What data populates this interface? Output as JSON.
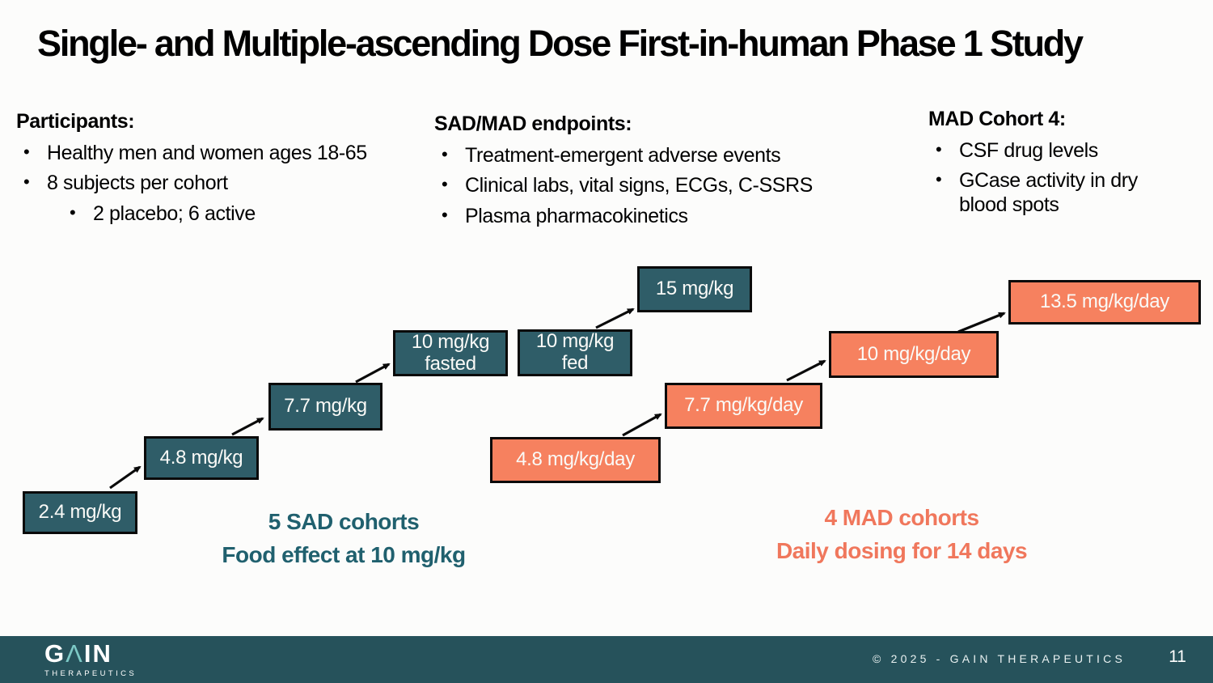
{
  "slide": {
    "title": "Single- and Multiple-ascending Dose First-in-human Phase 1 Study"
  },
  "info_columns": {
    "participants": {
      "heading": "Participants:",
      "bullets": [
        "Healthy men and women ages 18-65",
        "8 subjects per cohort"
      ],
      "sub_bullet": "2 placebo; 6 active"
    },
    "endpoints": {
      "heading": "SAD/MAD endpoints:",
      "bullets": [
        "Treatment-emergent adverse events",
        "Clinical labs, vital signs, ECGs, C-SSRS",
        "Plasma pharmacokinetics"
      ]
    },
    "mad_cohort4": {
      "heading": "MAD Cohort 4:",
      "bullets": [
        "CSF drug levels",
        "GCase activity in dry blood spots"
      ]
    }
  },
  "sad": {
    "boxes": [
      {
        "line1": "2.4 mg/kg"
      },
      {
        "line1": "4.8 mg/kg"
      },
      {
        "line1": "7.7 mg/kg"
      },
      {
        "line1": "10 mg/kg",
        "line2": "fasted"
      },
      {
        "line1": "10 mg/kg",
        "line2": "fed"
      },
      {
        "line1": "15 mg/kg"
      }
    ],
    "caption_line1": "5 SAD cohorts",
    "caption_line2": "Food effect at 10 mg/kg",
    "box_color": "#2F5D68",
    "caption_color": "#20606E"
  },
  "mad": {
    "boxes": [
      {
        "line1": "4.8 mg/kg/day"
      },
      {
        "line1": "7.7 mg/kg/day"
      },
      {
        "line1": "10 mg/kg/day"
      },
      {
        "line1": "13.5 mg/kg/day"
      }
    ],
    "caption_line1": "4 MAD cohorts",
    "caption_line2": "Daily dosing for 14 days",
    "box_color": "#F6815F",
    "caption_color": "#F0775C"
  },
  "footer": {
    "logo_g": "G",
    "logo_a": "Λ",
    "logo_in": "IN",
    "logo_subtitle": "THERAPEUTICS",
    "copyright": "© 2025 - GAIN THERAPEUTICS",
    "page_number": "11",
    "bar_color": "#26525B"
  }
}
